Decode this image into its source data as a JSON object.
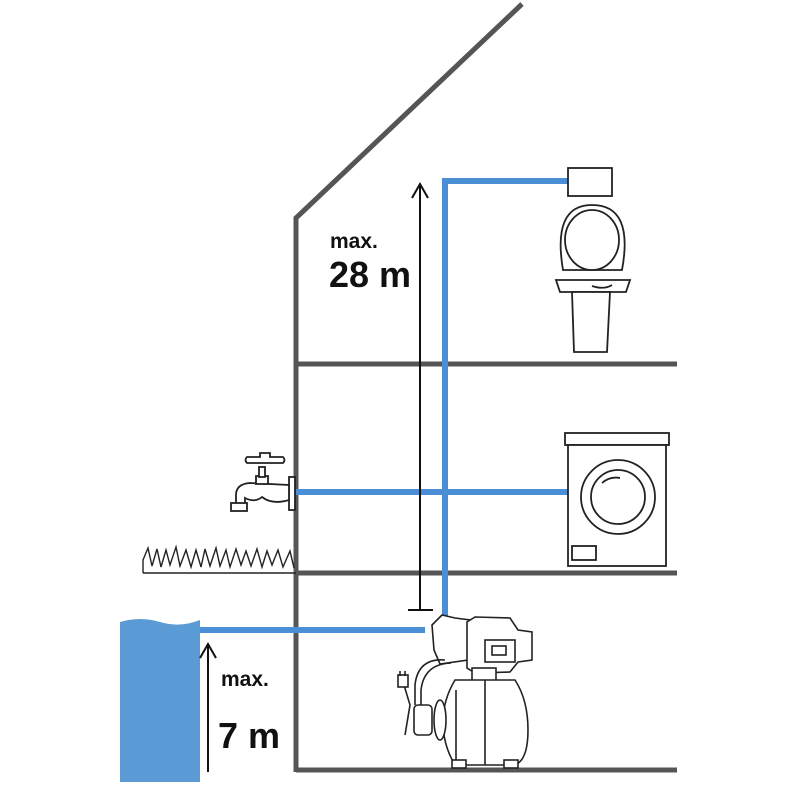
{
  "labels": {
    "upper_max": "max.",
    "upper_value": "28 m",
    "lower_max": "max.",
    "lower_value": "7 m"
  },
  "colors": {
    "wall": "#555555",
    "pipe": "#4a8fd6",
    "water": "#5b9bd5",
    "outline": "#222222"
  }
}
